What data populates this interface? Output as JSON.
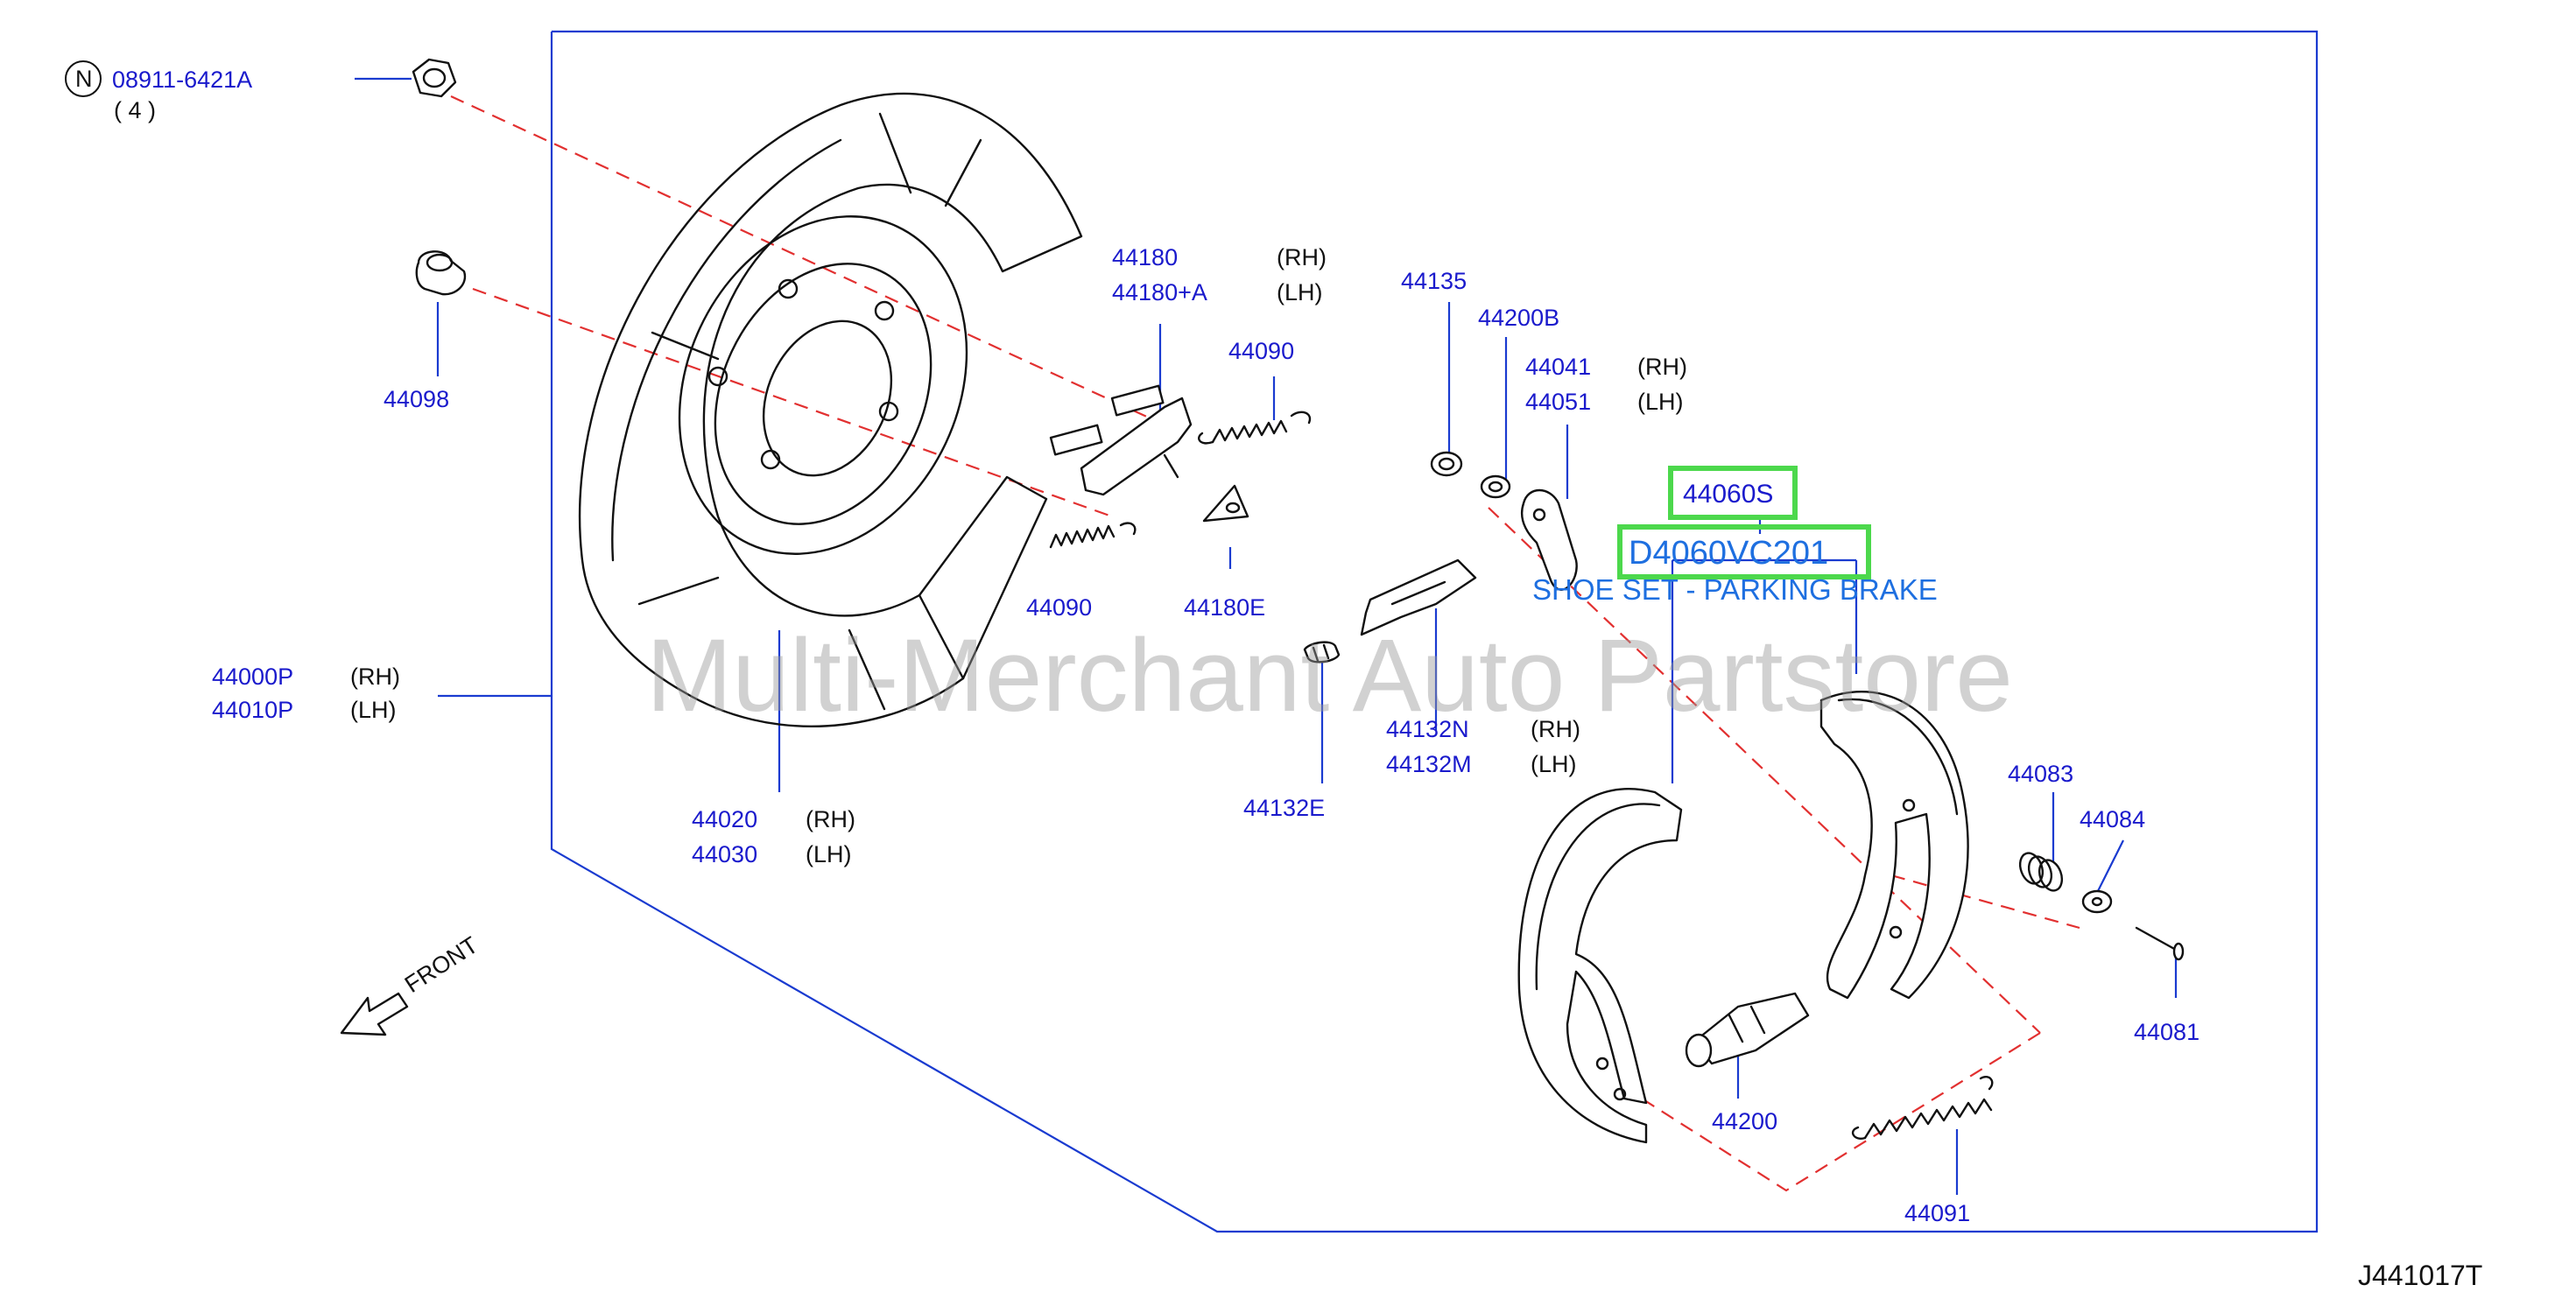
{
  "diagram_code": "J441017T",
  "watermark": "Multi-Merchant Auto Partstore",
  "front_label": "FRONT",
  "highlight_color": "#4cd84c",
  "label_color": "#1a1acc",
  "callout_color": "#1e6fe0",
  "callout": {
    "part_no": "44060S",
    "oem_no": "D4060VC201",
    "description": "SHOE SET - PARKING BRAKE"
  },
  "bolt_note": {
    "circle_letter": "N",
    "part_no": "08911-6421A",
    "qty": "( 4    )"
  },
  "labels": {
    "p44098": "44098",
    "p44000P": "44000P",
    "p44000P_side": "(RH)",
    "p44010P": "44010P",
    "p44010P_side": "(LH)",
    "p44020": "44020",
    "p44020_side": "(RH)",
    "p44030": "44030",
    "p44030_side": "(LH)",
    "p44180": "44180",
    "p44180_side": "(RH)",
    "p44180A": "44180+A",
    "p44180A_side": "(LH)",
    "p44090_top": "44090",
    "p44090_bottom": "44090",
    "p44180E": "44180E",
    "p44135": "44135",
    "p44200B": "44200B",
    "p44041": "44041",
    "p44041_side": "(RH)",
    "p44051": "44051",
    "p44051_side": "(LH)",
    "p44132N": "44132N",
    "p44132N_side": "(RH)",
    "p44132M": "44132M",
    "p44132M_side": "(LH)",
    "p44132E": "44132E",
    "p44083": "44083",
    "p44084": "44084",
    "p44081": "44081",
    "p44200": "44200",
    "p44091": "44091"
  }
}
